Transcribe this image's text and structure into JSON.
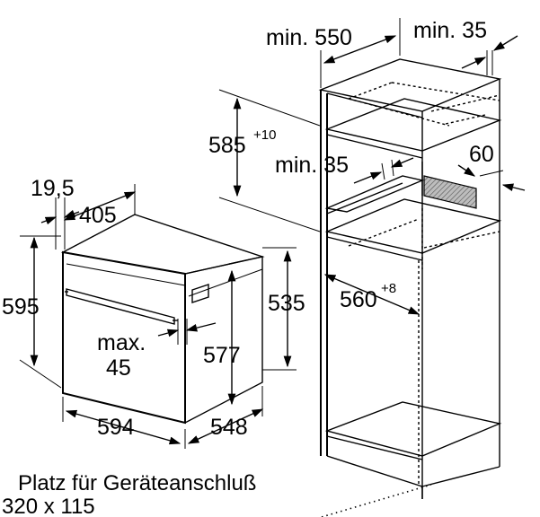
{
  "oven": {
    "dim_height": "595",
    "dim_depth_offset": "19,5",
    "dim_depth": "405",
    "dim_front_height": "535",
    "dim_inner_height": "577",
    "dim_max_label": "max.",
    "dim_max_value": "45",
    "dim_width": "594",
    "dim_body_width": "548"
  },
  "cabinet": {
    "dim_min_depth": "min. 550",
    "dim_min_gap": "min. 35",
    "dim_height_base": "585",
    "dim_height_tol": "+10",
    "dim_min_shelf": "min. 35",
    "dim_vent": "60",
    "dim_width_base": "560",
    "dim_width_tol": "+8"
  },
  "caption": {
    "line1": "Platz für Geräteanschluß",
    "line2": "320 x 115"
  }
}
